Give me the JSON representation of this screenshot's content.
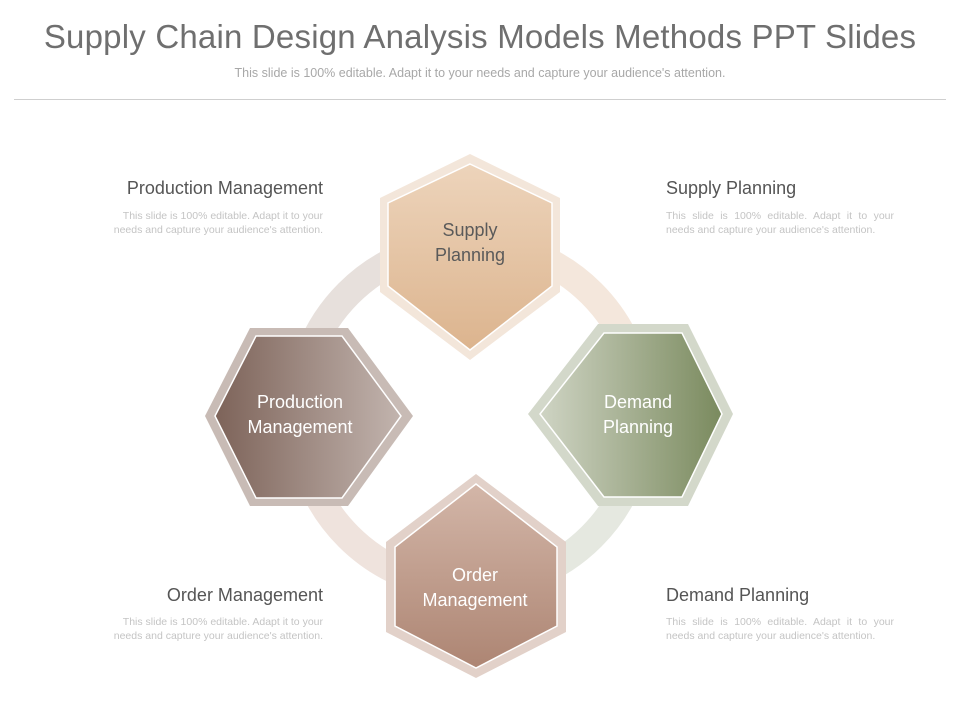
{
  "slide": {
    "title": "Supply Chain Design Analysis Models Methods PPT Slides",
    "subtitle": "This slide is 100% editable. Adapt it to your needs and capture your audience's attention."
  },
  "nodes": {
    "supply": {
      "label": "Supply\nPlanning",
      "color": "#e5c3a0"
    },
    "production": {
      "label": "Production\nManagement",
      "color": "#8a7168"
    },
    "demand": {
      "label": "Demand\nPlanning",
      "color": "#7e8c66"
    },
    "order": {
      "label": "Order\nManagement",
      "color": "#b78e7c"
    }
  },
  "descriptions": {
    "top_left": {
      "title": "Production Management",
      "text": "This slide is 100% editable. Adapt it to your needs and capture your audience's attention."
    },
    "top_right": {
      "title": "Supply Planning",
      "text": "This slide is 100% editable. Adapt it to your needs and capture your audience's attention."
    },
    "bottom_left": {
      "title": "Order Management",
      "text": "This slide is 100% editable. Adapt it to your needs and capture your audience's attention."
    },
    "bottom_right": {
      "title": "Demand Planning",
      "text": "This slide is 100% editable. Adapt it to your needs and capture your audience's attention."
    }
  }
}
